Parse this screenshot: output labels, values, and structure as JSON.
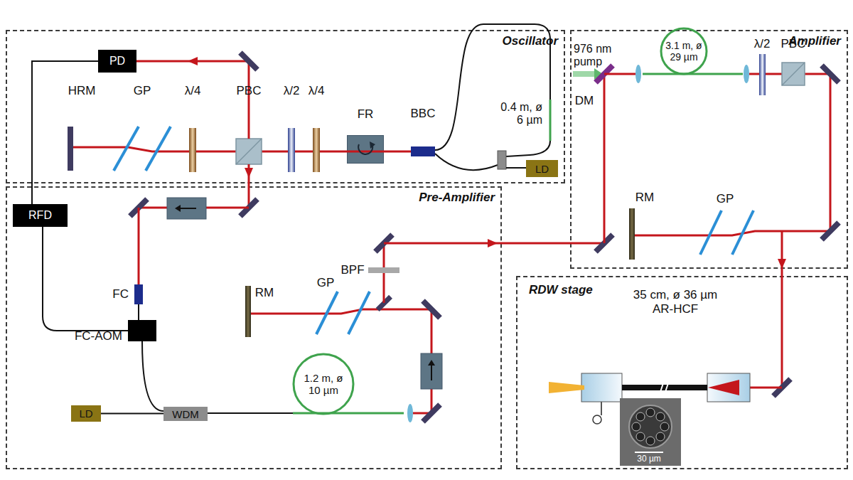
{
  "diagram": {
    "nodes": [
      {
        "text": [
          "Oscillator"
        ]
      },
      {
        "text": [
          "PD"
        ],
        "in": 0
      },
      {
        "text": [
          "FR"
        ],
        "in": 0
      },
      {
        "text": [
          "BBC"
        ],
        "in": 0
      },
      {
        "text": [
          "LD"
        ],
        "in": 0
      },
      {
        "text": [
          "Amplifier"
        ]
      },
      {
        "text": [
          "Pre-Amplifier"
        ]
      },
      {
        "text": [
          "RFD"
        ],
        "in": 6
      },
      {
        "text": [
          "FC"
        ],
        "in": 6
      },
      {
        "text": [
          "FC-AOM"
        ],
        "in": 6
      },
      {
        "text": [
          "LD"
        ],
        "in": 6
      },
      {
        "text": [
          "WDM"
        ],
        "in": 6
      },
      {
        "text": [
          "RDW stage"
        ]
      }
    ],
    "edges": [
      {
        "from": 1,
        "to": 7,
        "arrow": "none"
      },
      {
        "from": 7,
        "to": 9,
        "arrow": "none"
      },
      {
        "from": 8,
        "to": 9,
        "arrow": "none"
      },
      {
        "from": 9,
        "to": 11,
        "arrow": "none"
      },
      {
        "from": 10,
        "to": 11,
        "arrow": "none"
      }
    ],
    "labels": [
      "HRM",
      "GP",
      "λ/4",
      "PBC",
      "λ/2",
      "λ/4",
      "0.4 m, ø 6 µm",
      "976 nm pump",
      "3.1 m, ø 29 µm",
      "λ/2",
      "PBC",
      "DM",
      "RM",
      "GP",
      "RM",
      "GP",
      "BPF",
      "1.2 m, ø 10 µm",
      "35 cm, ø 36 µm AR-HCF",
      "30 µm"
    ]
  }
}
